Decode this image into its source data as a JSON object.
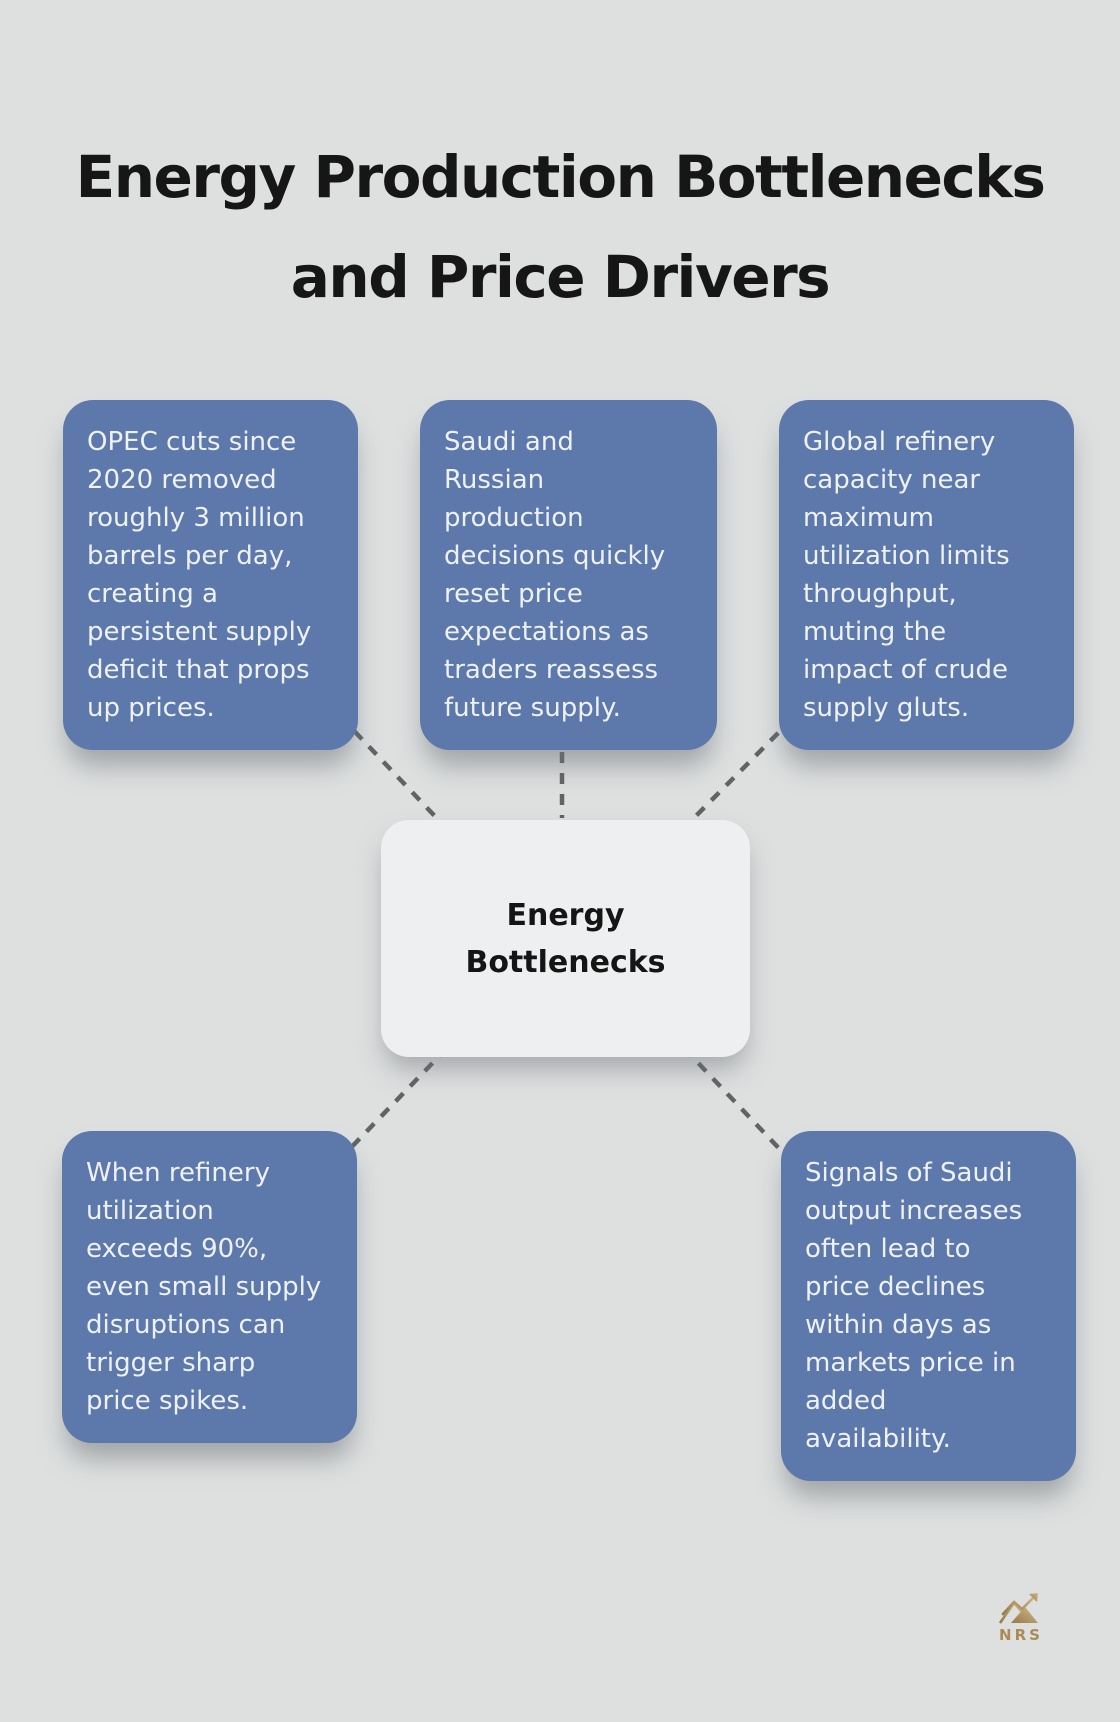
{
  "page": {
    "background_color": "#dee0e0",
    "title": "Energy Production Bottlenecks\nand Price Drivers",
    "title_color": "#161616"
  },
  "diagram": {
    "node_bg_color": "#5d78aa",
    "node_text_color": "#eef1f6",
    "connector_color": "#616365",
    "center_node": {
      "label": "Energy\nBottlenecks",
      "bg_color": "#edeff1",
      "text_color": "#151515"
    },
    "nodes": [
      {
        "id": "opec-cuts",
        "text": "OPEC cuts since\n2020 removed\nroughly 3 million\nbarrels per day,\ncreating a\npersistent supply\ndeficit that props\nup prices."
      },
      {
        "id": "saudi-russian-decisions",
        "text": "Saudi and\nRussian\nproduction\ndecisions quickly\nreset price\nexpectations as\ntraders reassess\nfuture supply."
      },
      {
        "id": "global-refinery-capacity",
        "text": "Global refinery\ncapacity near\nmaximum\nutilization limits\nthroughput,\nmuting the\nimpact of crude\nsupply gluts."
      },
      {
        "id": "refinery-utilization-90",
        "text": "When refinery\nutilization\nexceeds 90%,\neven small supply\ndisruptions can\ntrigger sharp\nprice spikes."
      },
      {
        "id": "saudi-output-signals",
        "text": "Signals of Saudi\noutput increases\noften lead to\nprice declines\nwithin days as\nmarkets price in\nadded\navailability."
      }
    ]
  },
  "logo": {
    "text": "NRS",
    "color": "#aa8a57",
    "color_light": "#cdb382"
  }
}
